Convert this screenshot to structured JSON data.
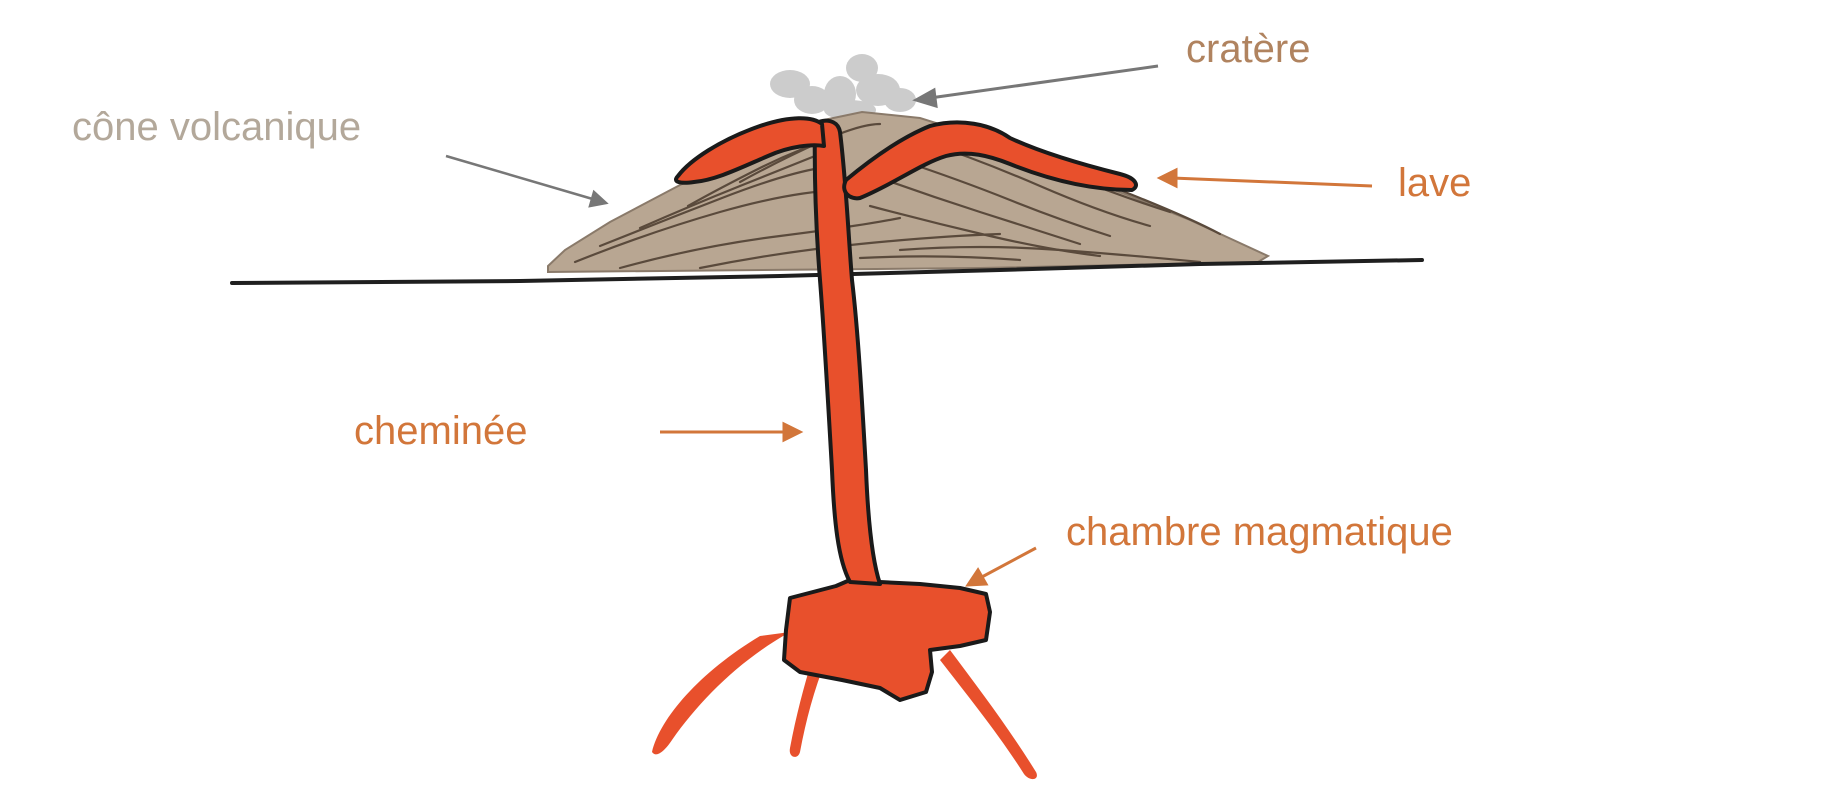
{
  "labels": {
    "cone": "cône volcanique",
    "crater": "cratère",
    "lava": "lave",
    "chimney": "cheminée",
    "chamber": "chambre magmatique"
  },
  "colors": {
    "cone_label": "#b3a89a",
    "crater_label": "#b0835f",
    "orange_label": "#d2763a",
    "magma": "#e8502c",
    "magma_outline": "#1a1a1a",
    "cone_fill": "#b8a692",
    "cone_strata": "#5a4a3c",
    "ground_line": "#1f1f1f",
    "smoke": "#c4c4c4",
    "arrow_grey": "#777777",
    "arrow_orange": "#d2763a"
  }
}
